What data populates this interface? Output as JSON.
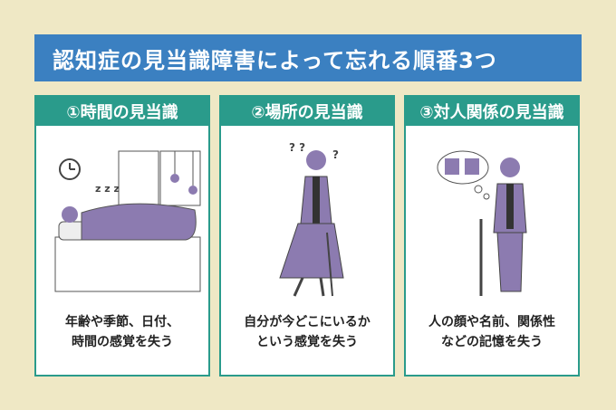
{
  "title": "認知症の見当識障害によって忘れる順番3つ",
  "panels": [
    {
      "heading": "①時間の見当識",
      "desc_line1": "年齢や季節、日付、",
      "desc_line2": "時間の感覚を失う",
      "icon": "sleeping-person"
    },
    {
      "heading": "②場所の見当識",
      "desc_line1": "自分が今どこにいるか",
      "desc_line2": "という感覚を失う",
      "icon": "confused-walking-person"
    },
    {
      "heading": "③対人関係の見当識",
      "desc_line1": "人の顔や名前、関係性",
      "desc_line2": "などの記憶を失う",
      "icon": "forgetting-faces-person"
    }
  ],
  "colors": {
    "background": "#efe8c5",
    "title_bar": "#3b80c1",
    "panel_header": "#2a9b8b",
    "figure": "#8c7bb0"
  }
}
